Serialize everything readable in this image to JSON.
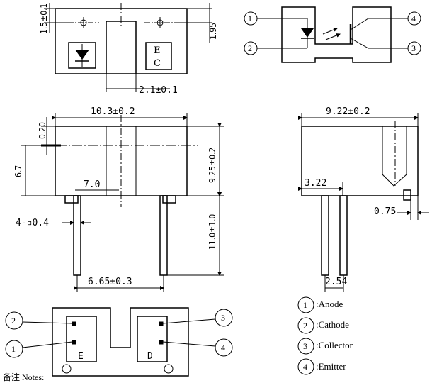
{
  "top_view": {
    "dim_vert_left": "1.5±0.1",
    "dim_vert_right": "1.95",
    "dim_slot": "2.1±0.1",
    "mark_e": "E",
    "mark_c": "C"
  },
  "schematic": {
    "pin1": "1",
    "pin2": "2",
    "pin3": "3",
    "pin4": "4"
  },
  "front_view": {
    "dim_width": "10.3±0.2",
    "dim_020": "0.20",
    "dim_67": "6.7",
    "dim_height": "9.25±0.2",
    "dim_70": "7.0",
    "dim_pin": "4-▫0.4",
    "dim_lead": "11.0±1.0",
    "dim_pitch": "6.65±0.3"
  },
  "side_view": {
    "dim_width": "9.22±0.2",
    "dim_322": "3.22",
    "dim_075": "0.75",
    "dim_254": "2.54"
  },
  "bottom_view": {
    "pin1": "1",
    "pin2": "2",
    "pin3": "3",
    "pin4": "4",
    "mark_e": "E",
    "mark_d": "D"
  },
  "legend": [
    {
      "num": "1",
      "label": ":Anode"
    },
    {
      "num": "2",
      "label": ":Cathode"
    },
    {
      "num": "3",
      "label": ":Collector"
    },
    {
      "num": "4",
      "label": ":Emitter"
    }
  ],
  "notes": "备注 Notes:"
}
